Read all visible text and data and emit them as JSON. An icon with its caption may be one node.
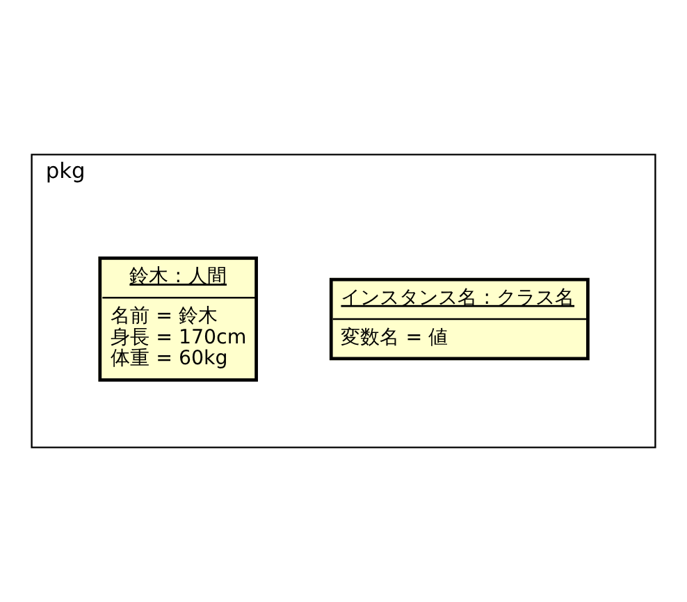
{
  "diagram": {
    "nodes": [
      {
        "text": [
          "pkg"
        ]
      },
      {
        "text": [
          "インスタンス名 : クラス名",
          "変数名 = 値"
        ],
        "in": 0
      },
      {
        "text": [
          "鈴木 : 人間",
          "名前 = 鈴木",
          "身長 = 170cm",
          "体重 = 60kg"
        ],
        "in": 0
      }
    ],
    "edges": []
  }
}
